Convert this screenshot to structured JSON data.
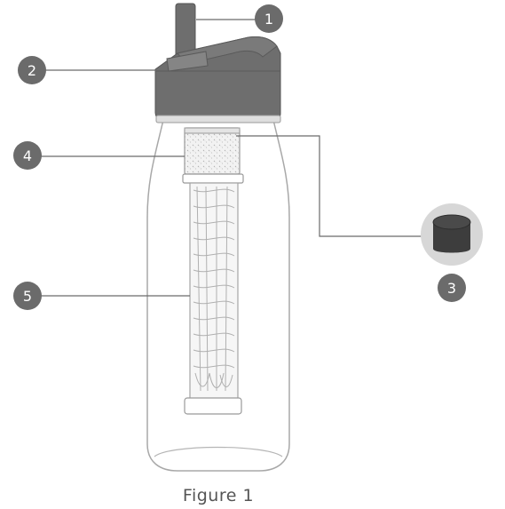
{
  "callouts": [
    {
      "id": "1",
      "label": "1"
    },
    {
      "id": "2",
      "label": "2"
    },
    {
      "id": "3",
      "label": "3"
    },
    {
      "id": "4",
      "label": "4"
    },
    {
      "id": "5",
      "label": "5"
    }
  ],
  "caption": "Figure 1",
  "colors": {
    "callout_fill": "#6b6b6b",
    "cap_fill": "#6e6e6e",
    "outline": "#9a9a9a",
    "inset_bg": "#d7d7d7",
    "insert_fill": "#3d3d3d"
  }
}
